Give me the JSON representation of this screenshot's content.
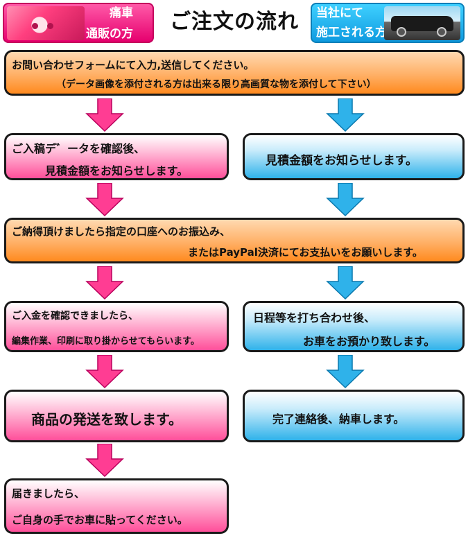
{
  "header": {
    "left_badge": {
      "line1": "痛車",
      "line2": "通販の方"
    },
    "title": "ご注文の流れ",
    "right_badge": {
      "line1": "当社にて",
      "line2": "施工される方"
    }
  },
  "steps": {
    "step1": {
      "line1": "お問い合わせフォームにて入力,送信してください。",
      "line2": "（データ画像を添付される方は出来る限り高画質な物を添付して下さい）"
    },
    "step2_left": {
      "line1": "ご入稿デ゛ータを確認後、",
      "line2": "見積金額をお知らせします。"
    },
    "step2_right": {
      "line1": "見積金額をお知らせします。"
    },
    "step3": {
      "line1": "ご納得頂けましたら指定の口座へのお振込み、",
      "line2": "またはPayPal決済にてお支払いをお願いします。"
    },
    "step4_left": {
      "line1": "ご入金を確認できましたら、",
      "line2": "編集作業、印刷に取り掛からせてもらいます。"
    },
    "step4_right": {
      "line1": "日程等を打ち合わせ後、",
      "line2": "お車をお預かり致します。"
    },
    "step5_left": {
      "line1": "商品の発送を致します。"
    },
    "step5_right": {
      "line1": "完了連絡後、納車します。"
    },
    "step6_left": {
      "line1": "届きましたら、",
      "line2": "ご自身の手でお車に貼ってください。"
    }
  },
  "colors": {
    "pink_arrow": "#ff3d93",
    "blue_arrow": "#2fb2ea",
    "orange": "#ff8a1e"
  },
  "icons": {
    "arrow": "down-arrow-icon"
  }
}
